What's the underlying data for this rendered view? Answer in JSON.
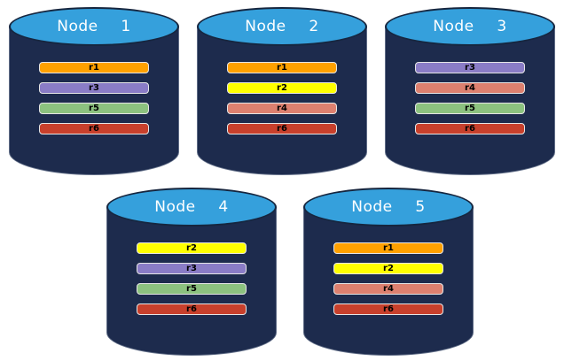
{
  "diagram": {
    "kind": "database-node-replica-distribution",
    "colors": {
      "background": "#FFFFFF",
      "cylinder_body": "#1D2B4D",
      "cylinder_top": "#35A0DC",
      "cylinder_top_border": "#16263F",
      "cylinder_outline": "#5F6C86",
      "node_label_text": "#FFFFFF",
      "bar_border": "#E6E6E6",
      "bar_text": "#000000"
    },
    "replica_colors": {
      "r1": "#FFA100",
      "r2": "#FFFF00",
      "r3": "#8A7CC6",
      "r4": "#DD806F",
      "r5": "#8CC27F",
      "r6": "#C8402C"
    },
    "nodes": [
      {
        "label": "Node  1",
        "replicas": [
          "r1",
          "r3",
          "r5",
          "r6"
        ]
      },
      {
        "label": "Node  2",
        "replicas": [
          "r1",
          "r2",
          "r4",
          "r6"
        ]
      },
      {
        "label": "Node  3",
        "replicas": [
          "r3",
          "r4",
          "r5",
          "r6"
        ]
      },
      {
        "label": "Node  4",
        "replicas": [
          "r2",
          "r3",
          "r5",
          "r6"
        ]
      },
      {
        "label": "Node  5",
        "replicas": [
          "r1",
          "r2",
          "r4",
          "r6"
        ]
      }
    ]
  }
}
